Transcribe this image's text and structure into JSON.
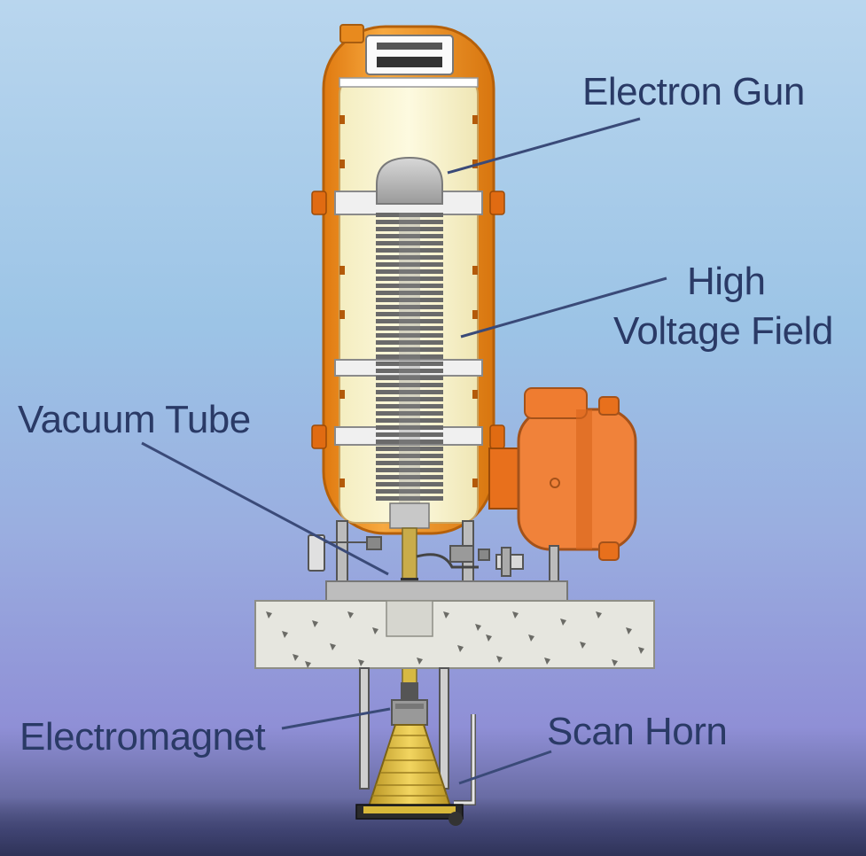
{
  "labels": {
    "electron_gun": "Electron Gun",
    "high_voltage_field_line1": "High",
    "high_voltage_field_line2": "Voltage Field",
    "vacuum_tube": "Vacuum Tube",
    "electromagnet": "Electromagnet",
    "scan_horn": "Scan Horn"
  },
  "colors": {
    "vessel_orange": "#f0962a",
    "vessel_inner": "#fbf6d4",
    "coil_gray": "#6e6e6e",
    "concrete": "#e6e6df",
    "horn_yellow": "#e8c53a",
    "leader_line": "#3a4a78"
  }
}
